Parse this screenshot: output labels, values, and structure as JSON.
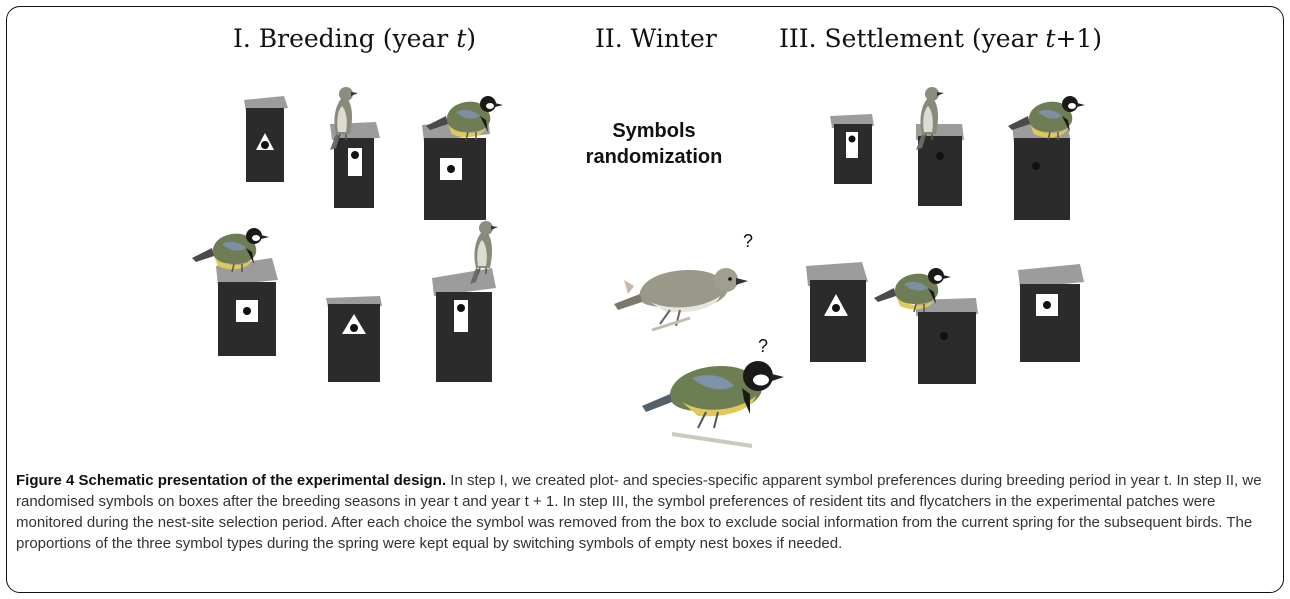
{
  "phases": {
    "breeding_prefix": "I. Breeding (year ",
    "breeding_var": "t",
    "breeding_suffix": ")",
    "winter": "II. Winter",
    "settlement_prefix": "III. Settlement (year ",
    "settlement_var": "t",
    "settlement_suffix": "+1)"
  },
  "randomization": {
    "line1": "Symbols",
    "line2": "randomization"
  },
  "question_marks": [
    "?",
    "?"
  ],
  "caption": {
    "label": "Figure 4 Schematic presentation of the experimental design.",
    "text": "In step I, we created plot- and species-specific apparent symbol preferences during breeding period in year t. In step II, we randomised symbols on boxes after the breeding seasons in year t and year t + 1. In step III, the symbol preferences of resident tits and flycatchers in the experimental patches were monitored during the nest-site selection period. After each choice the symbol was removed from the box to exclude social information from the current spring for the subsequent birds. The proportions of the three symbol types during the spring were kept equal by switching symbols of empty nest boxes if needed."
  },
  "colors": {
    "box_body": "#2b2b2b",
    "box_roof": "#9c9c9c",
    "symbol": "#ffffff",
    "tit_cap": "#1a1a1a",
    "flycatcher_body": "#8a8a8a"
  },
  "icons": [
    "nest-box-triangle-symbol",
    "nest-box-rectangle-symbol",
    "nest-box-square-symbol",
    "nest-box-no-symbol",
    "great-tit-icon",
    "flycatcher-icon"
  ]
}
